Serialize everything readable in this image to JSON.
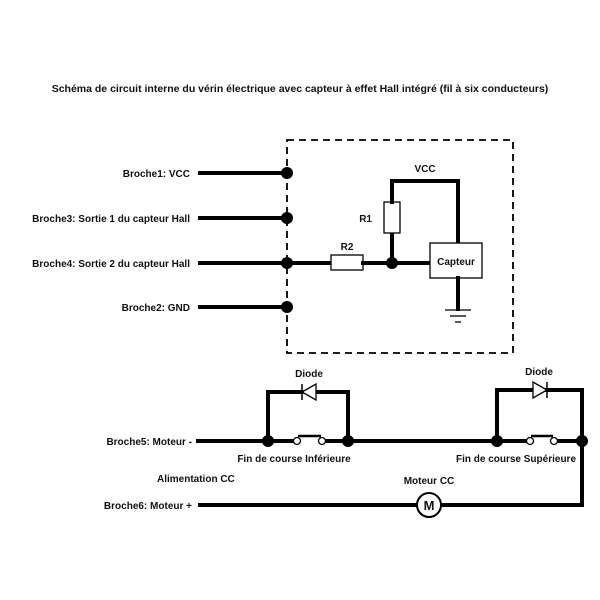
{
  "title": "Schéma de circuit interne du vérin électrique avec capteur à effet Hall intégré (fil à six conducteurs)",
  "pins": [
    {
      "id": "broche1",
      "label": "Broche1: VCC"
    },
    {
      "id": "broche3",
      "label": "Broche3: Sortie 1 du capteur Hall"
    },
    {
      "id": "broche4",
      "label": "Broche4: Sortie 2 du capteur Hall"
    },
    {
      "id": "broche2",
      "label": "Broche2: GND"
    },
    {
      "id": "broche5",
      "label": "Broche5: Moteur -"
    },
    {
      "id": "broche6",
      "label": "Broche6: Moteur +"
    }
  ],
  "sensor_block": {
    "vcc_label": "VCC",
    "r1_label": "R1",
    "r2_label": "R2",
    "sensor_label": "Capteur"
  },
  "motor_block": {
    "diode_left_label": "Diode",
    "diode_right_label": "Diode",
    "switch_lower_label": "Fin de course Inférieure",
    "switch_upper_label": "Fin de course Supérieure",
    "power_label": "Alimentation CC",
    "motor_label": "Moteur CC",
    "motor_symbol": "M"
  }
}
